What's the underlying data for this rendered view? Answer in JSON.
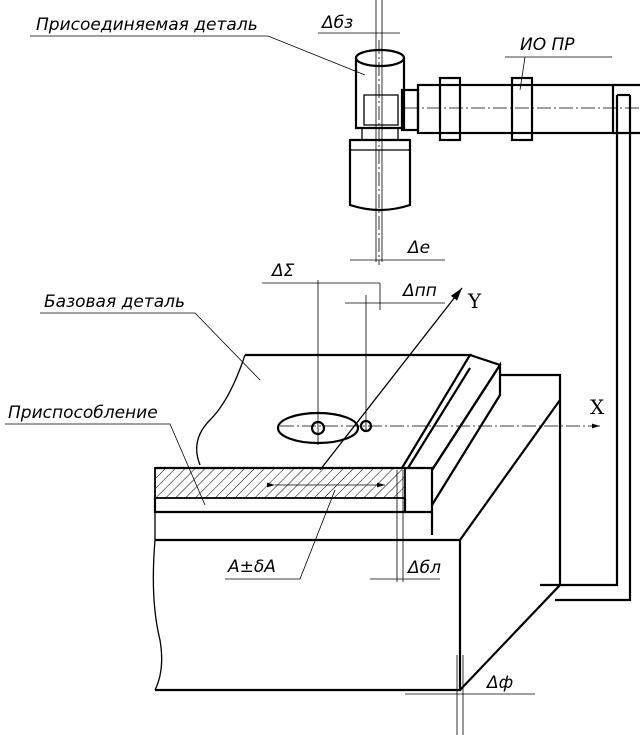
{
  "labels": {
    "attached_part": "Присоединяемая деталь",
    "delta_bz": "Δбз",
    "io_pr": "ИО ПР",
    "delta_e": "Δe",
    "delta_sigma": "ΔΣ",
    "delta_pp": "Δпп",
    "axis_y": "Y",
    "base_part": "Базовая деталь",
    "fixture": "Приспособление",
    "axis_x": "X",
    "dimension_a": "A±δA",
    "delta_bl": "Δбл",
    "delta_f": "Δф"
  }
}
